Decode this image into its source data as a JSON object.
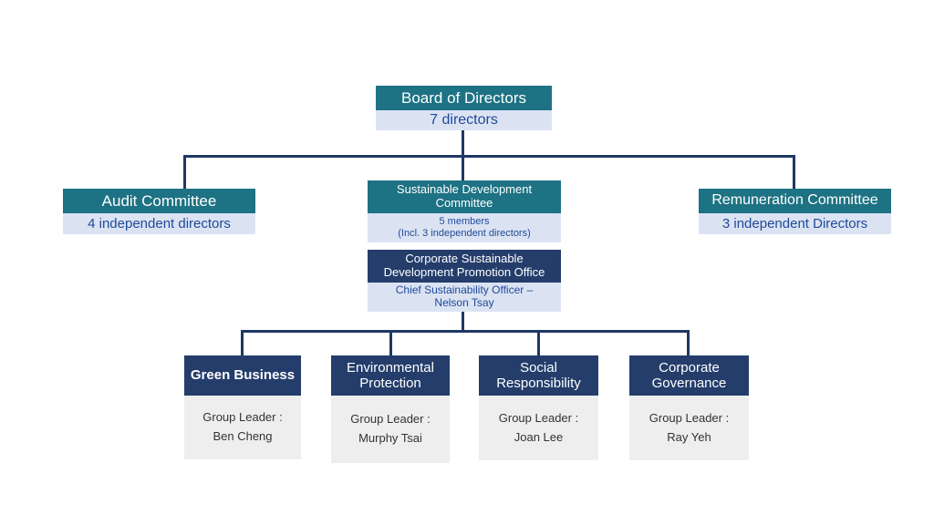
{
  "board": {
    "title": "Board of Directors",
    "detail": "7 directors"
  },
  "audit": {
    "title": "Audit Committee",
    "detail": "4 independent directors"
  },
  "sustainability_committee": {
    "title_line1": "Sustainable Development",
    "title_line2": "Committee",
    "detail_line1": "5 members",
    "detail_line2": "(Incl. 3 independent directors)"
  },
  "remuneration": {
    "title": "Remuneration Committee",
    "detail": "3 independent Directors"
  },
  "promotion_office": {
    "title_line1": "Corporate Sustainable",
    "title_line2": "Development Promotion Office",
    "detail_line1": "Chief Sustainability Officer –",
    "detail_line2": "Nelson Tsay"
  },
  "groups": [
    {
      "title_line1": "Green Business",
      "title_line2": "",
      "leader_label": "Group Leader :",
      "leader_name": "Ben Cheng"
    },
    {
      "title_line1": "Environmental",
      "title_line2": "Protection",
      "leader_label": "Group Leader :",
      "leader_name": "Murphy Tsai"
    },
    {
      "title_line1": "Social",
      "title_line2": "Responsibility",
      "leader_label": "Group Leader :",
      "leader_name": "Joan Lee"
    },
    {
      "title_line1": "Corporate",
      "title_line2": "Governance",
      "leader_label": "Group Leader :",
      "leader_name": "Ray Yeh"
    }
  ],
  "colors": {
    "teal": "#1d7283",
    "navy": "#243d6b",
    "light_blue": "#dbe3f3",
    "connector": "#1f3864",
    "grey": "#eeeeee"
  }
}
